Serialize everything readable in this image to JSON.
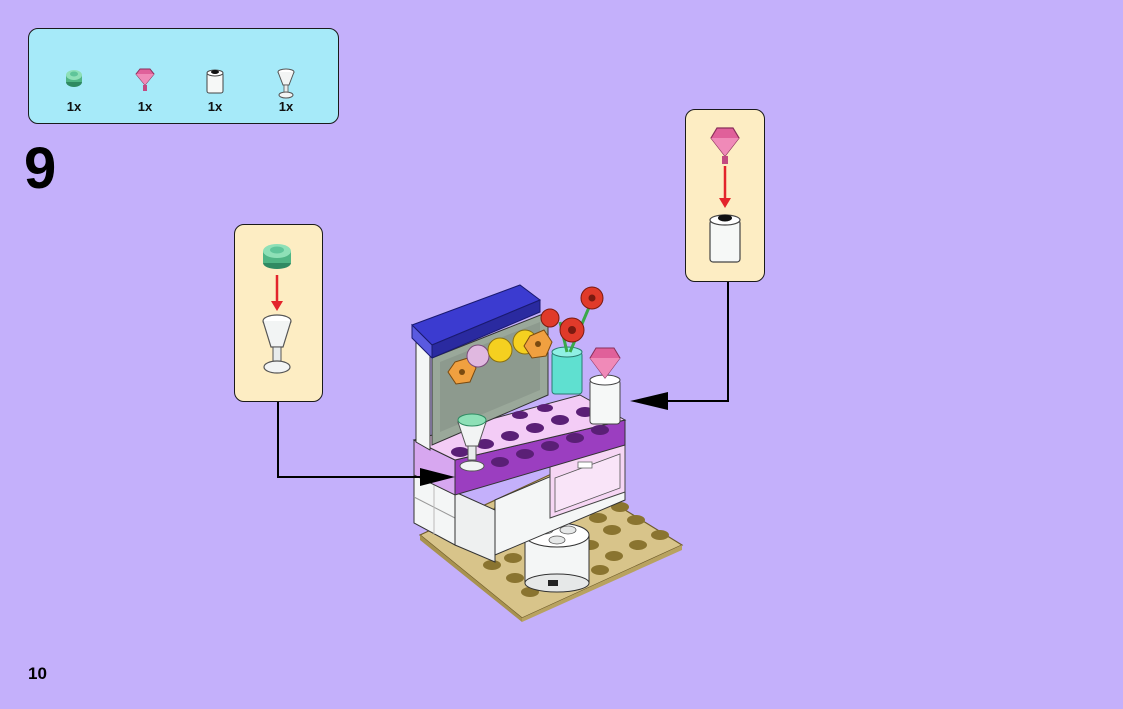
{
  "parts_list": {
    "items": [
      {
        "name": "green-round-plate-icon",
        "qty": "1x",
        "color": "#5fc59a"
      },
      {
        "name": "pink-gem-icon",
        "qty": "1x",
        "color": "#e0609a"
      },
      {
        "name": "clear-cylinder-icon",
        "qty": "1x",
        "color": "#eef2f1"
      },
      {
        "name": "clear-goblet-icon",
        "qty": "1x",
        "color": "#f2f4f4"
      }
    ]
  },
  "step": {
    "number": "9"
  },
  "page": {
    "number": "10"
  },
  "colors": {
    "background": "#c4b0fb",
    "parts_box": "#a6eaf9",
    "callout": "#fdedc3",
    "arrow_red": "#e3242b",
    "brick_lavender": "#d7a7f0",
    "brick_purple": "#9b3ec0",
    "baseplate_tan": "#d8c48a",
    "roof_blue": "#3b3bd0"
  }
}
